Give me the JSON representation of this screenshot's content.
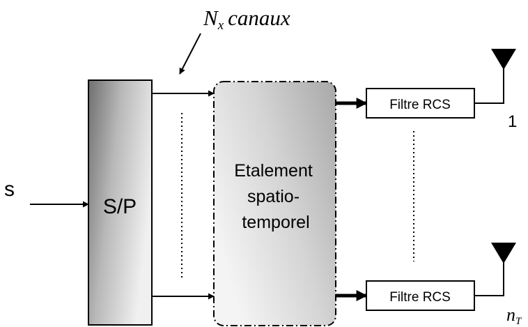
{
  "diagram": {
    "header": {
      "symbol": "N",
      "subscript": "x",
      "word": "canaux"
    },
    "input_label": "s",
    "sp_label": "S/P",
    "spreading_block": {
      "lines": [
        "Etalement",
        "spatio-",
        "temporel"
      ]
    },
    "filters": [
      {
        "label": "Filtre RCS",
        "antenna_label": "1"
      },
      {
        "label": "Filtre RCS",
        "antenna_label_symbol": "n",
        "antenna_label_subscript": "T"
      }
    ],
    "colors": {
      "stroke": "#000000",
      "sp_dark": "#6f6f6f",
      "sp_light": "#f0f0f0",
      "spread_dark": "#a8a8a8",
      "spread_light": "#f4f4f4"
    }
  }
}
